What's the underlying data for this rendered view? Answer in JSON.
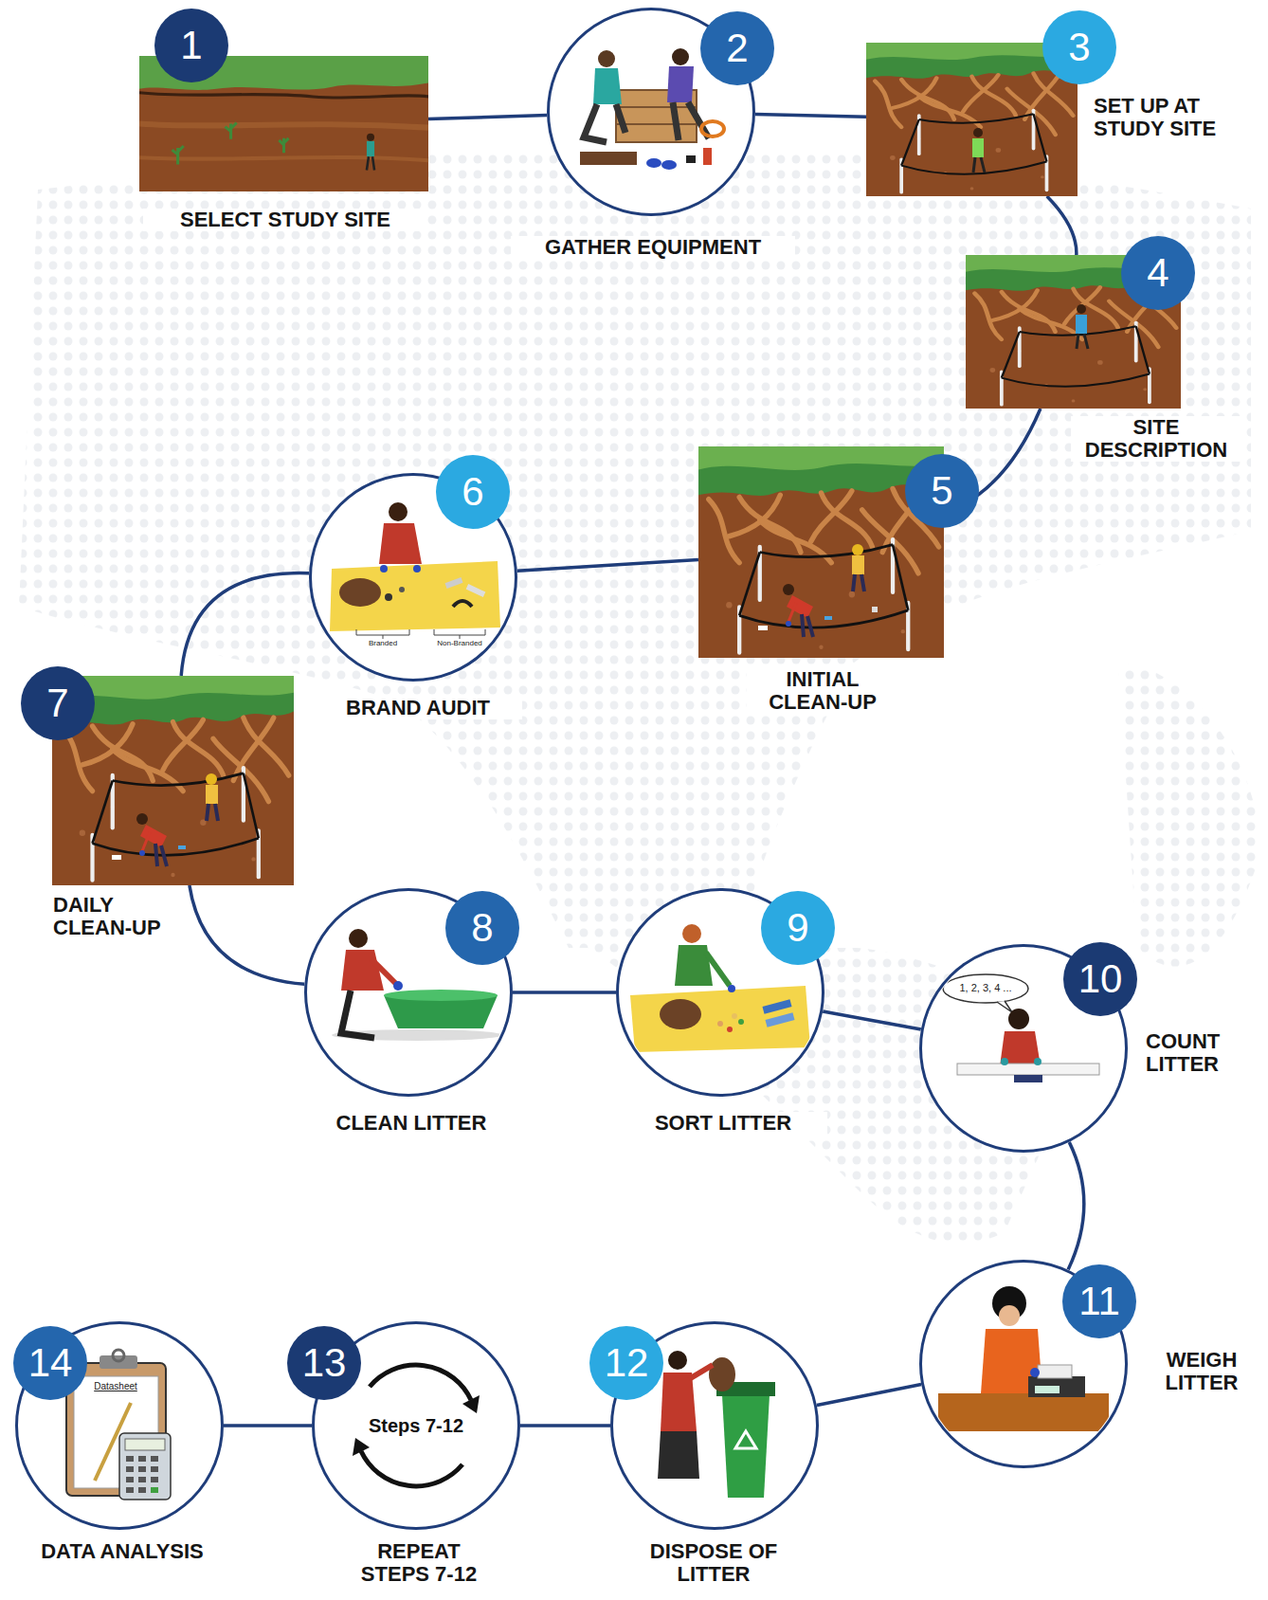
{
  "diagram": {
    "nodes": [
      {
        "text": [
          "1",
          "SELECT STUDY SITE"
        ]
      },
      {
        "text": [
          "2",
          "GATHER EQUIPMENT"
        ]
      },
      {
        "text": [
          "3",
          "SET UP AT STUDY SITE"
        ]
      },
      {
        "text": [
          "4",
          "SITE DESCRIPTION"
        ]
      },
      {
        "text": [
          "5",
          "INITIAL CLEAN-UP"
        ]
      },
      {
        "text": [
          "6",
          "BRAND AUDIT"
        ]
      },
      {
        "text": [
          "7",
          "DAILY CLEAN-UP"
        ]
      },
      {
        "text": [
          "8",
          "CLEAN LITTER"
        ]
      },
      {
        "text": [
          "9",
          "SORT LITTER"
        ]
      },
      {
        "text": [
          "10",
          "COUNT LITTER"
        ]
      },
      {
        "text": [
          "11",
          "WEIGH LITTER"
        ]
      },
      {
        "text": [
          "12",
          "DISPOSE OF LITTER"
        ]
      },
      {
        "text": [
          "13",
          "Steps 7-12",
          "REPEAT STEPS 7-12"
        ]
      },
      {
        "text": [
          "14",
          "DATA ANALYSIS"
        ]
      }
    ],
    "edges": [
      {
        "from": 0,
        "to": 1,
        "arrow": "none"
      },
      {
        "from": 1,
        "to": 2,
        "arrow": "none"
      },
      {
        "from": 2,
        "to": 3,
        "arrow": "none"
      },
      {
        "from": 3,
        "to": 4,
        "arrow": "none"
      },
      {
        "from": 4,
        "to": 5,
        "arrow": "none"
      },
      {
        "from": 5,
        "to": 6,
        "arrow": "none"
      },
      {
        "from": 6,
        "to": 7,
        "arrow": "none"
      },
      {
        "from": 7,
        "to": 8,
        "arrow": "none"
      },
      {
        "from": 8,
        "to": 9,
        "arrow": "none"
      },
      {
        "from": 9,
        "to": 10,
        "arrow": "none"
      },
      {
        "from": 10,
        "to": 11,
        "arrow": "none"
      },
      {
        "from": 11,
        "to": 12,
        "arrow": "none"
      },
      {
        "from": 12,
        "to": 13,
        "arrow": "none"
      }
    ],
    "labels": [
      "Branded",
      "Non-Branded",
      "1, 2, 3, 4 ...",
      "Datasheet"
    ]
  }
}
